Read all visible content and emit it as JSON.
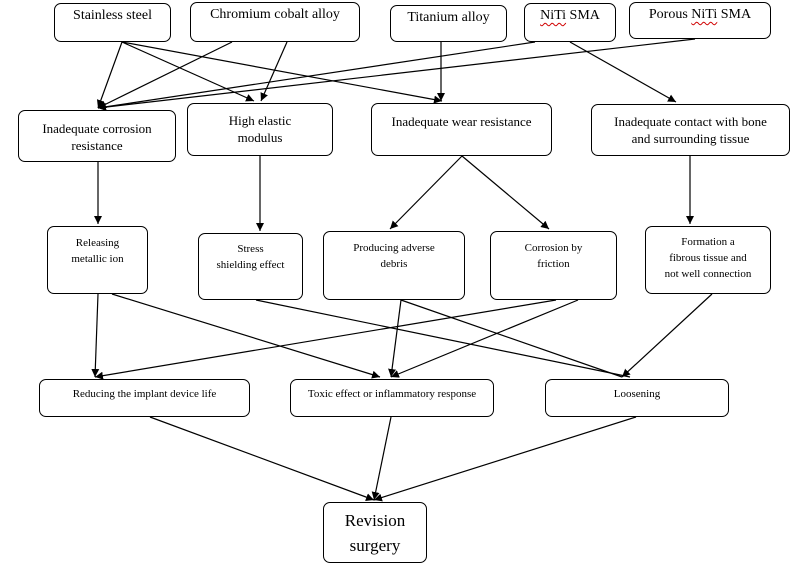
{
  "nodes": {
    "stainless_steel": "Stainless steel",
    "chromium_cobalt": "Chromium cobalt alloy",
    "titanium": "Titanium alloy",
    "niti_sma": {
      "pre": "",
      "word": "NiTi",
      "post": " SMA"
    },
    "porous_niti_sma": {
      "pre": "Porous ",
      "word": "NiTi",
      "post": " SMA"
    },
    "corrosion_resistance": [
      "Inadequate corrosion",
      "resistance"
    ],
    "elastic_modulus": [
      "High elastic",
      "modulus"
    ],
    "wear_resistance": "Inadequate wear resistance",
    "contact_bone": [
      "Inadequate contact with bone",
      "and surrounding tissue"
    ],
    "metallic_ion": [
      "Releasing",
      "metallic ion"
    ],
    "stress_shielding": [
      "Stress",
      "shielding effect"
    ],
    "adverse_debris": [
      "Producing adverse",
      "debris"
    ],
    "corrosion_friction": [
      "Corrosion by",
      "friction"
    ],
    "fibrous_tissue": [
      "Formation a",
      "fibrous tissue and",
      "not well connection"
    ],
    "implant_life": "Reducing the implant device life",
    "toxic_effect": "Toxic effect or inflammatory response",
    "loosening": "Loosening",
    "revision": [
      "Revision",
      "surgery"
    ]
  }
}
